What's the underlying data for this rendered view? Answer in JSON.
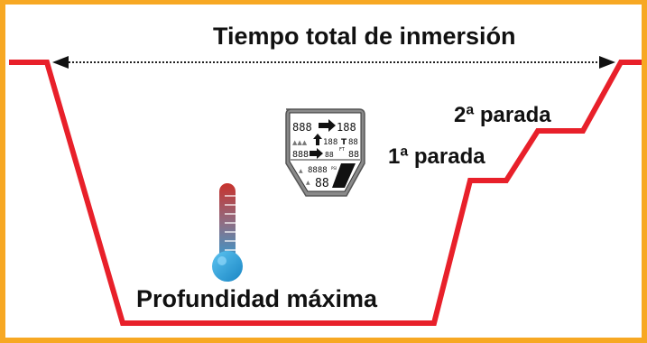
{
  "diagram": {
    "title": "Tiempo total de inmersión",
    "stop_2_label": "2ª parada",
    "stop_1_label": "1ª parada",
    "max_depth_label": "Profundidad máxima"
  },
  "computer": {
    "row1_left": "888",
    "row1_right": "188",
    "row2_mid": "188",
    "row2_right": "88",
    "row3_left": "888",
    "row3_mid": "88",
    "row3_right": "88",
    "row3_unit": "FT",
    "row4_main": "8888",
    "row4_unit": "PSI",
    "row5_big": "88"
  },
  "colors": {
    "frame": "#f7a823",
    "profile_line": "#e8202a",
    "thermometer_top": "#c8322c",
    "thermometer_bottom": "#2a9fd8"
  },
  "icons": {
    "dive_computer": "dive-computer-icon",
    "thermometer": "thermometer-icon",
    "arrow_left": "arrow-left-icon",
    "arrow_right": "arrow-right-icon"
  }
}
